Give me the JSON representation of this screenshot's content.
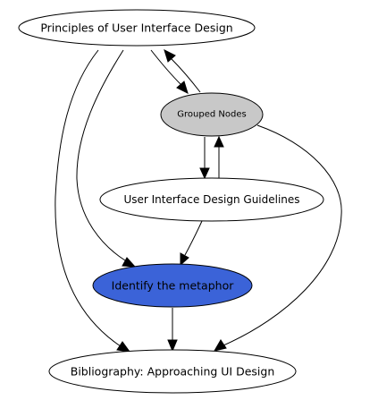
{
  "nodes": {
    "principles": {
      "label": "Principles of User Interface Design",
      "fill": "#ffffff"
    },
    "grouped": {
      "label": "Grouped Nodes",
      "fill": "#c8c8c8"
    },
    "guidelines": {
      "label": "User Interface Design Guidelines",
      "fill": "#ffffff"
    },
    "metaphor": {
      "label": "Identify the metaphor",
      "fill": "#3b63d8"
    },
    "bibliography": {
      "label": "Bibliography: Approaching UI Design",
      "fill": "#ffffff"
    }
  },
  "edges": [
    {
      "from": "principles",
      "to": "grouped"
    },
    {
      "from": "grouped",
      "to": "principles"
    },
    {
      "from": "grouped",
      "to": "guidelines"
    },
    {
      "from": "guidelines",
      "to": "grouped"
    },
    {
      "from": "principles",
      "to": "metaphor"
    },
    {
      "from": "guidelines",
      "to": "metaphor"
    },
    {
      "from": "principles",
      "to": "bibliography"
    },
    {
      "from": "metaphor",
      "to": "bibliography"
    },
    {
      "from": "grouped",
      "to": "bibliography"
    }
  ]
}
